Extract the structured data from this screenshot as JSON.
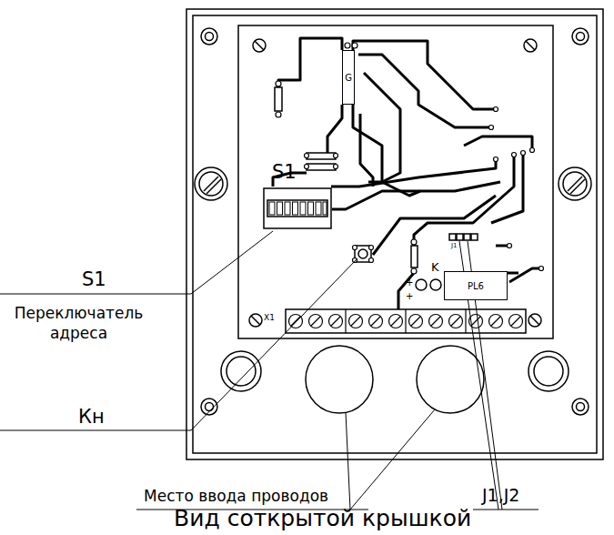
{
  "diagram": {
    "caption": "Вид соткрытой крышкой",
    "nodes": [
      {
        "text": [
          "G"
        ]
      },
      {
        "text": [
          "PL6"
        ]
      }
    ],
    "labels": [
      "S1",
      "S1",
      "Переключатель адреса",
      "Кн",
      "Место ввода проводов",
      "J1,J2",
      "X1",
      "J1",
      "K",
      "+",
      "+"
    ]
  }
}
